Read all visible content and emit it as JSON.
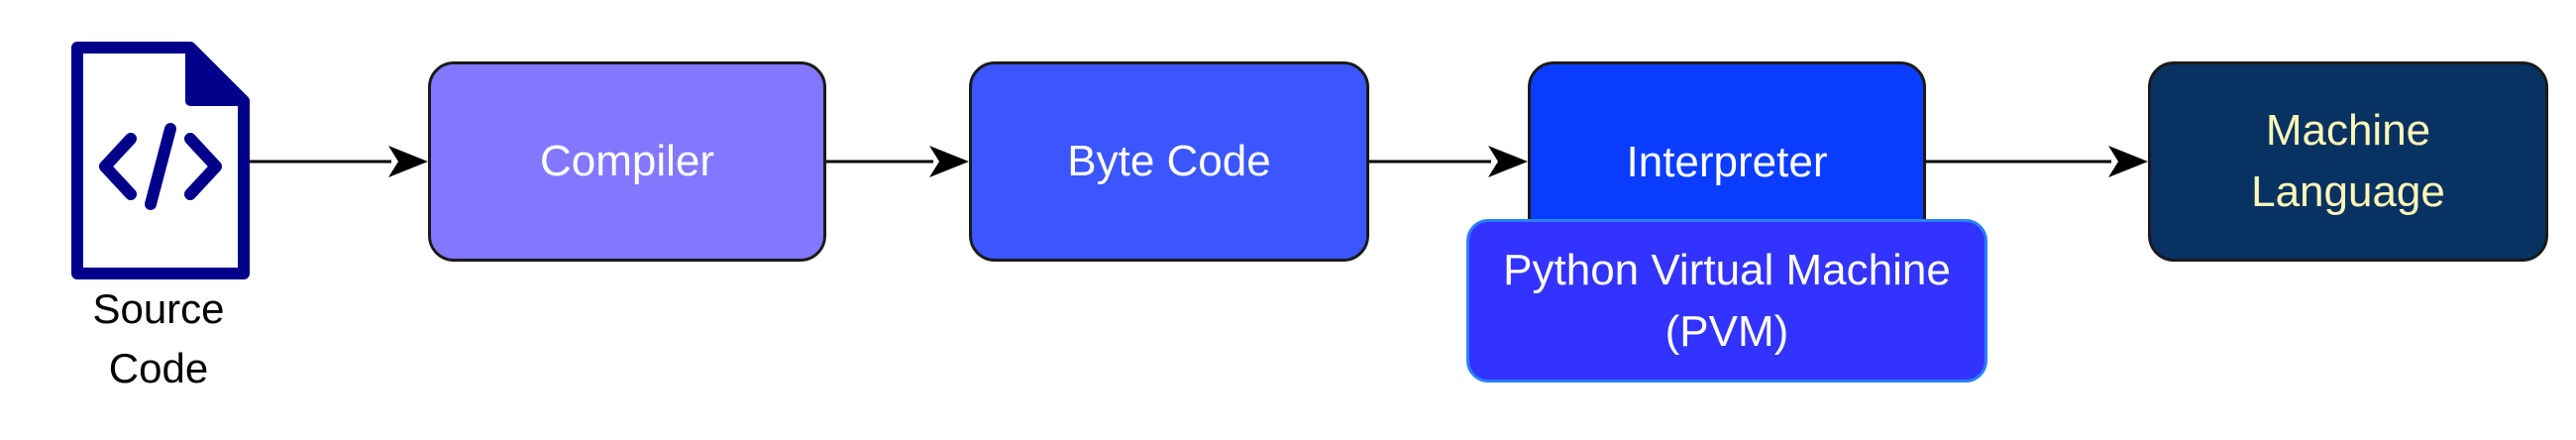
{
  "nodes": {
    "source_code": {
      "label_line1": "Source",
      "label_line2": "Code",
      "icon": "code-file-icon"
    },
    "compiler": {
      "label": "Compiler"
    },
    "byte_code": {
      "label": "Byte Code"
    },
    "interpreter": {
      "label": "Interpreter"
    },
    "pvm": {
      "label_line1": "Python Virtual Machine",
      "label_line2": "(PVM)"
    },
    "machine_language": {
      "label_line1": "Machine",
      "label_line2": "Language"
    }
  },
  "colors": {
    "compiler": "#8477ff",
    "byte_code": "#3b55ff",
    "interpreter": "#0a3dff",
    "pvm": "#3333ff",
    "machine_language": "#083261",
    "machine_language_text": "#fff7b8",
    "icon": "#00008b"
  },
  "edges": [
    {
      "from": "Source Code",
      "to": "Compiler"
    },
    {
      "from": "Compiler",
      "to": "Byte Code"
    },
    {
      "from": "Byte Code",
      "to": "Interpreter"
    },
    {
      "from": "Interpreter",
      "to": "Machine Language"
    }
  ]
}
